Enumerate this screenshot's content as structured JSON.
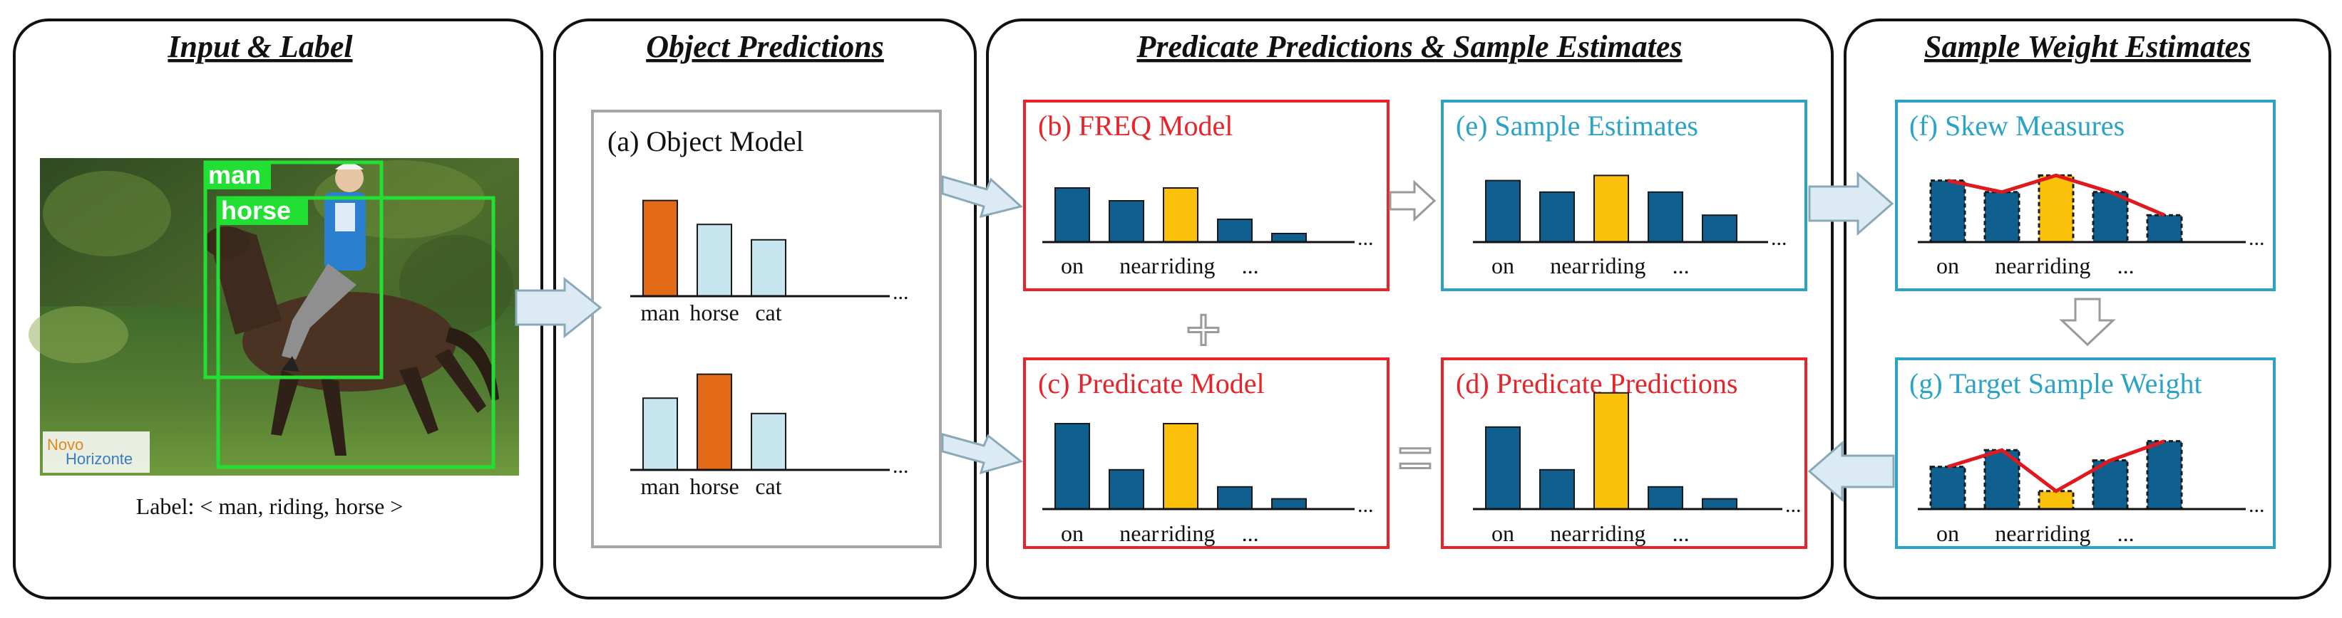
{
  "colors": {
    "outline": "#111111",
    "red": "#e8232a",
    "cyan": "#2aa3c6",
    "gray_box": "#a6a6a6",
    "bar_blue": "#0f5f8f",
    "bar_light": "#c7e5ef",
    "bar_orange": "#e36a17",
    "bar_yellow": "#fbc00a",
    "arrow_fill": "#dcebf3",
    "arrow_stroke": "#8aa9b8",
    "trend": "#e0191f",
    "box_text": "#2b2b2b",
    "photo_label": "#ffffff",
    "photo_box": "#22e033"
  },
  "panels": {
    "input": {
      "title": "Input & Label",
      "label_text": "Label: < man, riding, horse >"
    },
    "object": {
      "title": "Object Predictions"
    },
    "predicate": {
      "title": "Predicate Predictions & Sample Estimates"
    },
    "weight": {
      "title": "Sample Weight Estimates"
    }
  },
  "photo": {
    "box_labels": {
      "man": "man",
      "horse": "horse"
    },
    "watermark_1": "Novo",
    "watermark_2": "Horizonte"
  },
  "boxes": {
    "a": {
      "title": "(a) Object Model"
    },
    "b": {
      "title": "(b) FREQ Model"
    },
    "c": {
      "title": "(c) Predicate Model"
    },
    "d": {
      "title": "(d) Predicate Predictions"
    },
    "e": {
      "title": "(e) Sample Estimates"
    },
    "f": {
      "title": "(f) Skew Measures"
    },
    "g": {
      "title": "(g) Target Sample Weight"
    }
  },
  "symbols": {
    "plus": "+",
    "equals": "="
  },
  "chart_data": [
    {
      "id": "a1",
      "type": "bar",
      "categories": [
        "man",
        "horse",
        "cat",
        "..."
      ],
      "values": [
        5.6,
        4.2,
        3.3
      ],
      "highlight": 0,
      "style": "object"
    },
    {
      "id": "a2",
      "type": "bar",
      "categories": [
        "man",
        "horse",
        "cat",
        "..."
      ],
      "values": [
        4.2,
        5.6,
        3.3
      ],
      "highlight": 1,
      "style": "object"
    },
    {
      "id": "b",
      "type": "bar",
      "categories": [
        "on",
        "near",
        "riding",
        "..."
      ],
      "values": [
        3.8,
        2.9,
        3.8,
        1.6,
        0.6
      ],
      "highlight": 2,
      "style": "predicate"
    },
    {
      "id": "c",
      "type": "bar",
      "categories": [
        "on",
        "near",
        "riding",
        "..."
      ],
      "values": [
        5.0,
        2.3,
        5.0,
        1.3,
        0.6
      ],
      "highlight": 2,
      "style": "predicate"
    },
    {
      "id": "d",
      "type": "bar",
      "categories": [
        "on",
        "near",
        "riding",
        "..."
      ],
      "values": [
        4.8,
        2.3,
        6.8,
        1.3,
        0.6
      ],
      "highlight": 2,
      "style": "predicate"
    },
    {
      "id": "e",
      "type": "bar",
      "categories": [
        "on",
        "near",
        "riding",
        "..."
      ],
      "values": [
        4.8,
        3.9,
        5.2,
        3.9,
        2.1
      ],
      "highlight": 2,
      "style": "predicate"
    },
    {
      "id": "f",
      "type": "bar",
      "categories": [
        "on",
        "near",
        "riding",
        "..."
      ],
      "values": [
        4.8,
        3.9,
        5.2,
        3.9,
        2.1
      ],
      "highlight": 2,
      "style": "skew",
      "trend": true
    },
    {
      "id": "g",
      "type": "bar",
      "categories": [
        "on",
        "near",
        "riding",
        "..."
      ],
      "values": [
        3.3,
        4.6,
        1.4,
        3.8,
        5.3
      ],
      "highlight": 2,
      "style": "skew",
      "trend": true
    }
  ]
}
